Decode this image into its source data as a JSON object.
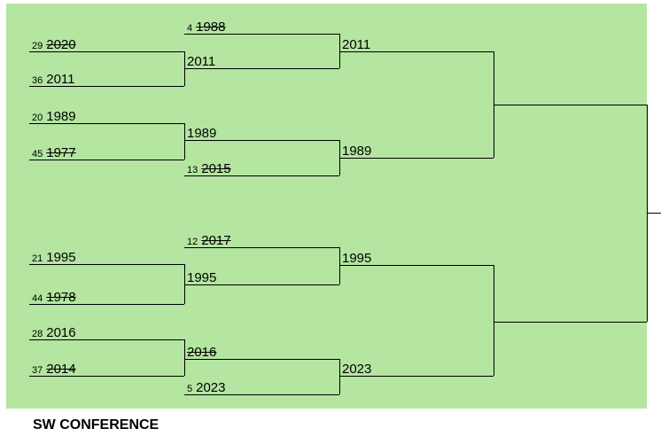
{
  "title": {
    "conference_label": "SW CONFERENCE"
  },
  "colors": {
    "board_background": "#b4e5a1",
    "line": "#000000",
    "text": "#000000",
    "page_background": "#ffffff"
  },
  "bracket": {
    "round1": [
      {
        "seed": "29",
        "name": "2020",
        "eliminated": true
      },
      {
        "seed": "36",
        "name": "2011",
        "eliminated": false
      },
      {
        "seed": "20",
        "name": "1989",
        "eliminated": false
      },
      {
        "seed": "45",
        "name": "1977",
        "eliminated": true
      },
      {
        "seed": "21",
        "name": "1995",
        "eliminated": false
      },
      {
        "seed": "44",
        "name": "1978",
        "eliminated": true
      },
      {
        "seed": "28",
        "name": "2016",
        "eliminated": false
      },
      {
        "seed": "37",
        "name": "2014",
        "eliminated": true
      }
    ],
    "round2": [
      {
        "seed": "4",
        "name": "1988",
        "eliminated": true
      },
      {
        "seed": "",
        "name": "2011",
        "eliminated": false
      },
      {
        "seed": "",
        "name": "1989",
        "eliminated": false
      },
      {
        "seed": "13",
        "name": "2015",
        "eliminated": true
      },
      {
        "seed": "12",
        "name": "2017",
        "eliminated": true
      },
      {
        "seed": "",
        "name": "1995",
        "eliminated": false
      },
      {
        "seed": "",
        "name": "2016",
        "eliminated": true
      },
      {
        "seed": "5",
        "name": "2023",
        "eliminated": false
      }
    ],
    "round3": [
      {
        "seed": "",
        "name": "2011",
        "eliminated": false
      },
      {
        "seed": "",
        "name": "1989",
        "eliminated": false
      },
      {
        "seed": "",
        "name": "1995",
        "eliminated": false
      },
      {
        "seed": "",
        "name": "2023",
        "eliminated": false
      }
    ]
  }
}
